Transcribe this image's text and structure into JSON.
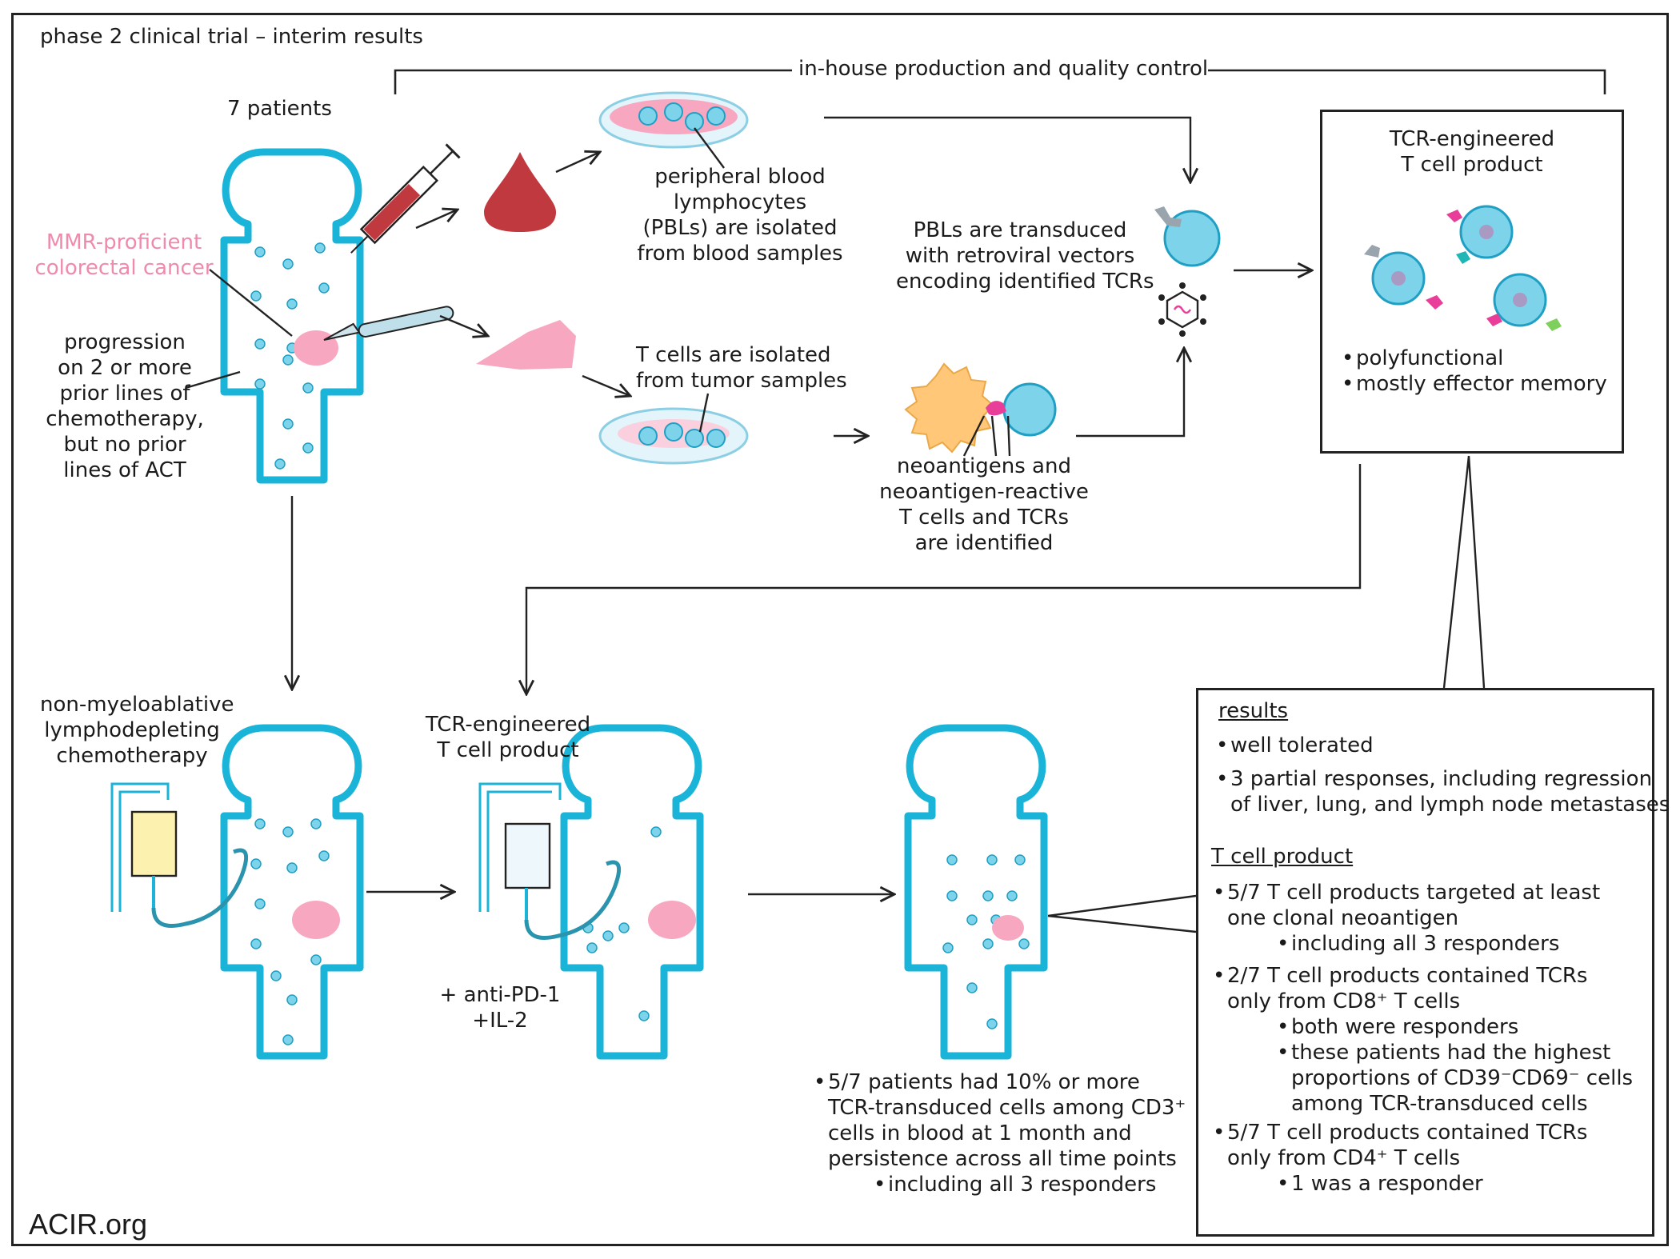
{
  "header": {
    "title": "phase 2 clinical trial – interim results"
  },
  "qc_label": "in-house production and quality control",
  "patients_label": "7 patients",
  "cancer_label": [
    "MMR-proficient",
    "colorectal cancer"
  ],
  "progression_label": [
    "progression",
    "on 2 or more",
    "prior lines of",
    "chemotherapy,",
    "but no prior",
    "lines of ACT"
  ],
  "pbl_label": [
    "peripheral blood",
    "lymphocytes",
    "(PBLs) are isolated",
    "from blood samples"
  ],
  "tumor_tcell_label": [
    "T cells are isolated",
    "from tumor samples"
  ],
  "transduce_label": [
    "PBLs are transduced",
    "with retroviral vectors",
    "encoding identified TCRs"
  ],
  "neoantigen_label": [
    "neoantigens and",
    "neoantigen-reactive",
    "T cells and TCRs",
    "are identified"
  ],
  "product_box": {
    "title": [
      "TCR-engineered",
      "T cell product"
    ],
    "bullets": [
      "polyfunctional",
      "mostly effector memory"
    ]
  },
  "chemo_label": [
    "non-myeloablative",
    "lymphodepleting",
    "chemotherapy"
  ],
  "infusion_label": [
    "TCR-engineered",
    "T cell product"
  ],
  "adjuvant_label": [
    "+ anti-PD-1",
    "+IL-2"
  ],
  "persistence": {
    "lines": [
      "5/7 patients had 10% or more",
      "TCR-transduced cells among CD3⁺",
      "cells in blood at 1 month and",
      "persistence across all time points"
    ],
    "sub": "including all 3 responders"
  },
  "results_box": {
    "results_heading": "results",
    "results_items": [
      [
        "well tolerated"
      ],
      [
        "3 partial responses, including regression",
        "of liver, lung, and lymph node metastases"
      ]
    ],
    "product_heading": "T cell product",
    "item1": [
      "5/7 T cell products targeted at least",
      "one clonal neoantigen"
    ],
    "item1_sub": "including all 3 responders",
    "item2": [
      "2/7 T cell products contained TCRs",
      "only from CD8⁺ T cells"
    ],
    "item2_subs": [
      [
        "both were responders"
      ],
      [
        "these patients had the highest",
        "proportions of CD39⁻CD69⁻ cells",
        "among TCR-transduced cells"
      ]
    ],
    "item3": [
      "5/7 T cell products contained TCRs",
      "only from CD4⁺ T cells"
    ],
    "item3_sub": "1 was a responder"
  },
  "brand": "ACIR.org",
  "colors": {
    "body_outline": "#1ab4d8",
    "cell": "#7dd3ea",
    "tumor": "#f7a8c0",
    "blood": "#c0393f",
    "line": "#222222"
  }
}
